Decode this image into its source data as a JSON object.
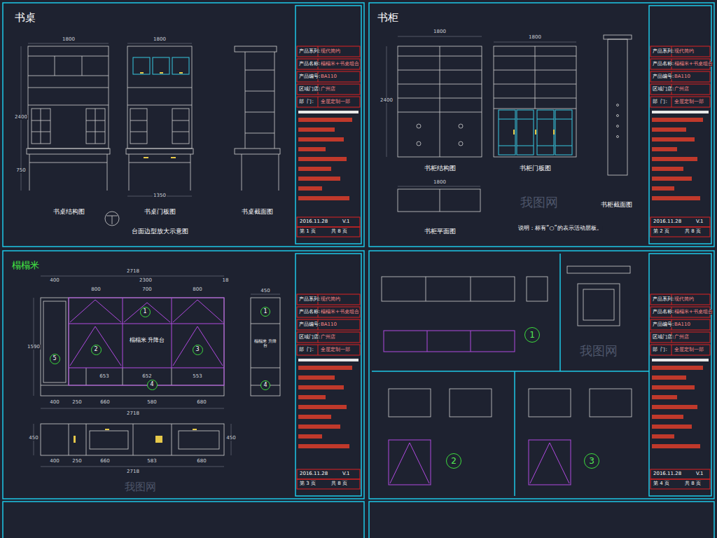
{
  "diagram": {
    "nodes": [
      {
        "text": [
          "1"
        ]
      },
      {
        "text": [
          "1"
        ]
      },
      {
        "text": [
          "2"
        ]
      },
      {
        "text": [
          "3"
        ]
      },
      {
        "text": [
          "5"
        ]
      },
      {
        "text": [
          "4"
        ]
      },
      {
        "text": [
          "4"
        ]
      },
      {
        "text": [
          "1"
        ]
      },
      {
        "text": [
          "2"
        ]
      },
      {
        "text": [
          "3"
        ]
      }
    ],
    "labels": [
      "书桌",
      "书桌结构图",
      "书桌门板图",
      "书桌截面图",
      "台面边型放大示意图",
      "1800",
      "1800",
      "2400",
      "750",
      "1350",
      "产品系列:",
      "现代简约",
      "产品名称:",
      "榻榻米+书桌组合",
      "产品编号:",
      "BA110",
      "区域门店:",
      "广州店",
      "部  门:",
      "全屋定制一部",
      "2016.11.28",
      "V.1",
      "第 1 页",
      "共 8 页",
      "书柜",
      "书柜结构图",
      "书柜门板图",
      "书柜截面图",
      "书柜平面图",
      "说明：标有“○”的表示活动层板。",
      "1800",
      "1800",
      "2400",
      "1800",
      "产品系列:",
      "现代简约",
      "产品名称:",
      "榻榻米+书桌组合",
      "产品编号:",
      "BA110",
      "区域门店:",
      "广州店",
      "部  门:",
      "全屋定制一部",
      "2016.11.28",
      "V.1",
      "第 2 页",
      "共 8 页",
      "榻榻米",
      "2718",
      "400",
      "2300",
      "18",
      "800",
      "700",
      "800",
      "1590",
      "653",
      "652",
      "553",
      "400",
      "250",
      "660",
      "580",
      "680",
      "2718",
      "榻榻米 升降台",
      "榻榻米 升降台",
      "400",
      "250",
      "660",
      "583",
      "680",
      "2718",
      "450",
      "450",
      "450",
      "产品系列:",
      "现代简约",
      "产品名称:",
      "榻榻米+书桌组合",
      "产品编号:",
      "BA110",
      "区域门店:",
      "广州店",
      "部  门:",
      "全屋定制一部",
      "2016.11.28",
      "V.1",
      "第 3 页",
      "共 8 页",
      "产品系列:",
      "现代简约",
      "产品名称:",
      "榻榻米+书桌组合",
      "产品编号:",
      "BA110",
      "区域门店:",
      "广州店",
      "部  门:",
      "全屋定制一部",
      "2016.11.28",
      "V.1",
      "第 4 页",
      "共 8 页",
      "我图网",
      "我图网",
      "我图网"
    ]
  }
}
